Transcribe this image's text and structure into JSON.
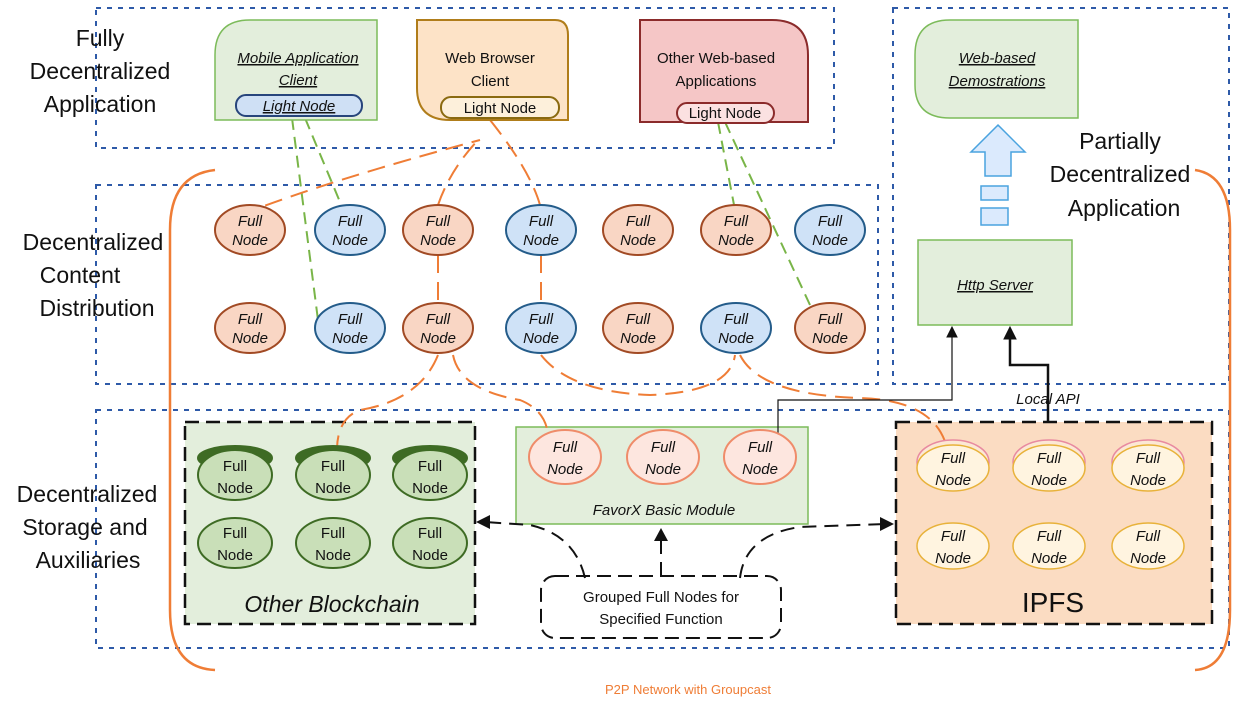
{
  "layers": {
    "fully": {
      "line1": "Fully",
      "line2": "Decentralized",
      "line3": "Application"
    },
    "content": {
      "line1": "Decentralized",
      "line2": "Content",
      "line3": "Distribution"
    },
    "storage": {
      "line1": "Decentralized",
      "line2": "Storage and",
      "line3": "Auxiliaries"
    },
    "partial": {
      "line1": "Partially",
      "line2": "Decentralized",
      "line3": "Application"
    }
  },
  "clients": {
    "mobile": {
      "line1": "Mobile Application",
      "line2": "Client",
      "badge": "Light Node"
    },
    "web": {
      "line1": "Web Browser",
      "line2": "Client",
      "badge": "Light Node"
    },
    "other": {
      "line1": "Other Web-based",
      "line2": "Applications",
      "badge": "Light Node"
    },
    "demo": {
      "line1": "Web-based",
      "line2": "Demostrations"
    }
  },
  "node": {
    "line1": "Full",
    "line2": "Node"
  },
  "http_server": "Http Server",
  "local_api": "Local API",
  "favorx_module": "FavorX Basic Module",
  "other_blockchain": "Other Blockchain",
  "ipfs": "IPFS",
  "grouped": {
    "line1": "Grouped Full Nodes for",
    "line2": "Specified Function"
  },
  "p2p_label": "P2P Network with Groupcast",
  "colors": {
    "orange": "#ef7d36",
    "blue_dash": "#2e5aa8",
    "green_dash": "#79b548"
  }
}
